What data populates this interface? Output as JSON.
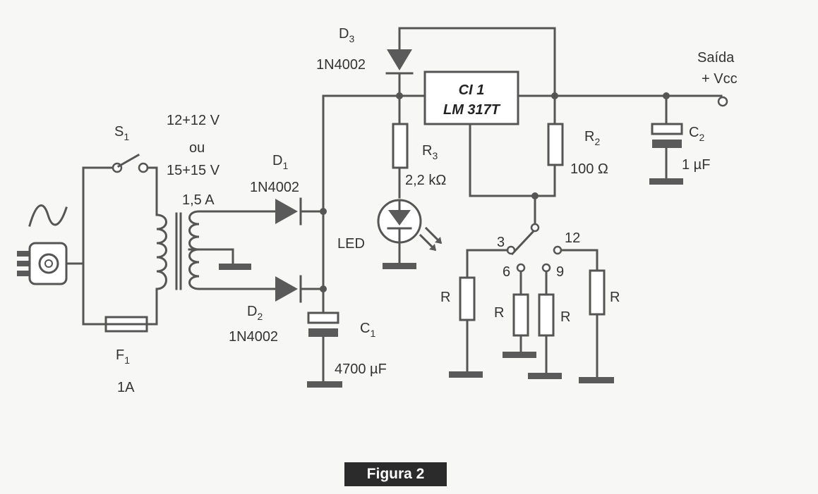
{
  "figure_caption": "Figura 2",
  "components": {
    "s1": {
      "name": "S",
      "sub": "1"
    },
    "f1": {
      "name": "F",
      "sub": "1",
      "value": "1A"
    },
    "transformer": {
      "line1": "12+12 V",
      "line2": "ou",
      "line3": "15+15 V",
      "line4": "1,5 A"
    },
    "d1": {
      "name": "D",
      "sub": "1",
      "part": "1N4002"
    },
    "d2": {
      "name": "D",
      "sub": "2",
      "part": "1N4002"
    },
    "d3": {
      "name": "D",
      "sub": "3",
      "part": "1N4002"
    },
    "c1": {
      "name": "C",
      "sub": "1",
      "value": "4700 µF"
    },
    "c2": {
      "name": "C",
      "sub": "2",
      "value": "1 µF"
    },
    "r2": {
      "name": "R",
      "sub": "2",
      "value": "100 Ω"
    },
    "r3": {
      "name": "R",
      "sub": "3",
      "value": "2,2 kΩ"
    },
    "ic1": {
      "line1": "CI 1",
      "line2": "LM 317T"
    },
    "led": {
      "label": "LED"
    },
    "output": {
      "line1": "Saída",
      "line2": "+ Vcc"
    },
    "switch_positions": {
      "p3": "3",
      "p6": "6",
      "p9": "9",
      "p12": "12"
    },
    "r_label": "R"
  }
}
